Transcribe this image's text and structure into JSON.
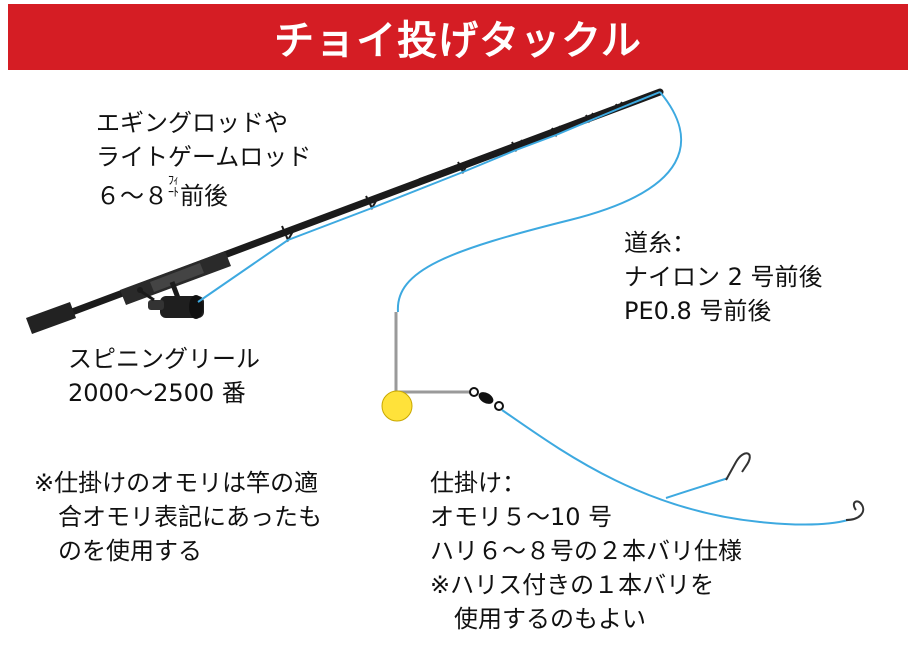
{
  "title": "チョイ投げタックル",
  "colors": {
    "banner": "#d51d24",
    "line": "#3da9e0",
    "rod": "#1b1b1b",
    "sinker": "#ffe23a",
    "leader": "#9a9a9a"
  },
  "rod_label": {
    "line1": "エギングロッドや",
    "line2": "ライトゲームロッド",
    "line3_prefix": "６～８",
    "line3_unit_top": "ﾌｨ",
    "line3_unit_bottom": "ｰﾄ",
    "line3_suffix": "前後"
  },
  "reel_label": {
    "line1": "スピニングリール",
    "line2": "2000～2500 番"
  },
  "mainline_label": {
    "line1": "道糸：",
    "line2": "ナイロン 2 号前後",
    "line3": "PE0.8 号前後"
  },
  "note_label": {
    "line1": "※仕掛けのオモリは竿の適",
    "line2": "合オモリ表記にあったも",
    "line3": "のを使用する"
  },
  "rig_label": {
    "line1": "仕掛け：",
    "line2": "オモリ５～10 号",
    "line3": "ハリ６～８号の２本バリ仕様",
    "line4": "※ハリス付きの１本バリを",
    "line5": "使用するのもよい"
  }
}
